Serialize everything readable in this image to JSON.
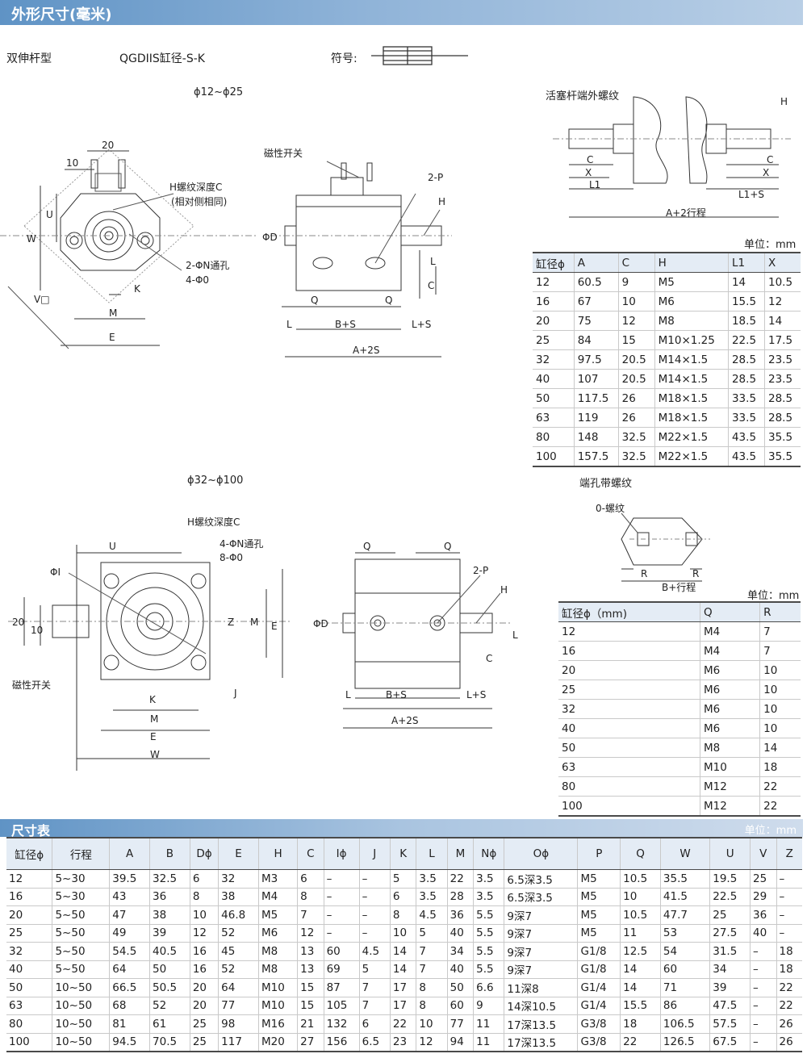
{
  "header": {
    "title": "外形尺寸(毫米)"
  },
  "model": {
    "type_label": "双伸杆型",
    "code": "QGDIIS缸径-S-K",
    "symbol_label": "符号:"
  },
  "drawing1": {
    "range": "ϕ12~ϕ25",
    "labels": [
      "20",
      "10",
      "H螺纹深度C",
      "(相对侧相同)",
      "U",
      "W",
      "V□",
      "K",
      "2-ΦN通孔",
      "4-Φ0",
      "M",
      "E"
    ],
    "side_labels": [
      "磁性开关",
      "2-P",
      "H",
      "ΦD",
      "L",
      "C",
      "Q",
      "Q",
      "L",
      "B+S",
      "L+S",
      "A+2S"
    ]
  },
  "rod_thread": {
    "title": "活塞杆端外螺纹",
    "labels": [
      "H",
      "C",
      "X",
      "L1",
      "C",
      "X",
      "L1+S",
      "A+2行程"
    ]
  },
  "table1": {
    "unit": "单位：mm",
    "headers": [
      "缸径ϕ",
      "A",
      "C",
      "H",
      "L1",
      "X"
    ],
    "rows": [
      [
        "12",
        "60.5",
        "9",
        "M5",
        "14",
        "10.5"
      ],
      [
        "16",
        "67",
        "10",
        "M6",
        "15.5",
        "12"
      ],
      [
        "20",
        "75",
        "12",
        "M8",
        "18.5",
        "14"
      ],
      [
        "25",
        "84",
        "15",
        "M10×1.25",
        "22.5",
        "17.5"
      ],
      [
        "32",
        "97.5",
        "20.5",
        "M14×1.5",
        "28.5",
        "23.5"
      ],
      [
        "40",
        "107",
        "20.5",
        "M14×1.5",
        "28.5",
        "23.5"
      ],
      [
        "50",
        "117.5",
        "26",
        "M18×1.5",
        "33.5",
        "28.5"
      ],
      [
        "63",
        "119",
        "26",
        "M18×1.5",
        "33.5",
        "28.5"
      ],
      [
        "80",
        "148",
        "32.5",
        "M22×1.5",
        "43.5",
        "35.5"
      ],
      [
        "100",
        "157.5",
        "32.5",
        "M22×1.5",
        "43.5",
        "35.5"
      ]
    ]
  },
  "drawing2": {
    "range": "ϕ32~ϕ100",
    "labels": [
      "H螺纹深度C",
      "U",
      "4-ΦN通孔",
      "8-Φ0",
      "ΦI",
      "20",
      "10",
      "Z",
      "M",
      "E",
      "磁性开关",
      "K",
      "J",
      "M",
      "E",
      "W"
    ],
    "side_labels": [
      "Q",
      "Q",
      "2-P",
      "H",
      "ΦD",
      "L",
      "C",
      "L",
      "B+S",
      "L+S",
      "A+2S"
    ]
  },
  "end_hole": {
    "title": "端孔带螺纹",
    "labels": [
      "0-螺纹",
      "R",
      "R",
      "B+行程"
    ]
  },
  "table2": {
    "unit": "单位：mm",
    "headers": [
      "缸径ϕ（mm)",
      "Q",
      "R"
    ],
    "rows": [
      [
        "12",
        "M4",
        "7"
      ],
      [
        "16",
        "M4",
        "7"
      ],
      [
        "20",
        "M6",
        "10"
      ],
      [
        "25",
        "M6",
        "10"
      ],
      [
        "32",
        "M6",
        "10"
      ],
      [
        "40",
        "M6",
        "10"
      ],
      [
        "50",
        "M8",
        "14"
      ],
      [
        "63",
        "M10",
        "18"
      ],
      [
        "80",
        "M12",
        "22"
      ],
      [
        "100",
        "M12",
        "22"
      ]
    ]
  },
  "dim_table": {
    "title": "尺寸表",
    "unit": "单位：mm",
    "headers": [
      "缸径ϕ",
      "行程",
      "A",
      "B",
      "Dϕ",
      "E",
      "H",
      "C",
      "Iϕ",
      "J",
      "K",
      "L",
      "M",
      "Nϕ",
      "Oϕ",
      "P",
      "Q",
      "W",
      "U",
      "V",
      "Z"
    ],
    "rows": [
      [
        "12",
        "5~30",
        "39.5",
        "32.5",
        "6",
        "32",
        "M3",
        "6",
        "–",
        "–",
        "5",
        "3.5",
        "22",
        "3.5",
        "6.5深3.5",
        "M5",
        "10.5",
        "35.5",
        "19.5",
        "25",
        "–"
      ],
      [
        "16",
        "5~30",
        "43",
        "36",
        "8",
        "38",
        "M4",
        "8",
        "–",
        "–",
        "6",
        "3.5",
        "28",
        "3.5",
        "6.5深3.5",
        "M5",
        "10",
        "41.5",
        "22.5",
        "29",
        "–"
      ],
      [
        "20",
        "5~50",
        "47",
        "38",
        "10",
        "46.8",
        "M5",
        "7",
        "–",
        "–",
        "8",
        "4.5",
        "36",
        "5.5",
        "9深7",
        "M5",
        "10.5",
        "47.7",
        "25",
        "36",
        "–"
      ],
      [
        "25",
        "5~50",
        "49",
        "39",
        "12",
        "52",
        "M6",
        "12",
        "–",
        "–",
        "10",
        "5",
        "40",
        "5.5",
        "9深7",
        "M5",
        "11",
        "53",
        "27.5",
        "40",
        "–"
      ],
      [
        "32",
        "5~50",
        "54.5",
        "40.5",
        "16",
        "45",
        "M8",
        "13",
        "60",
        "4.5",
        "14",
        "7",
        "34",
        "5.5",
        "9深7",
        "G1/8",
        "12.5",
        "54",
        "31.5",
        "–",
        "18"
      ],
      [
        "40",
        "5~50",
        "64",
        "50",
        "16",
        "52",
        "M8",
        "13",
        "69",
        "5",
        "14",
        "7",
        "40",
        "5.5",
        "9深7",
        "G1/8",
        "14",
        "60",
        "34",
        "–",
        "18"
      ],
      [
        "50",
        "10~50",
        "66.5",
        "50.5",
        "20",
        "64",
        "M10",
        "15",
        "87",
        "7",
        "17",
        "8",
        "50",
        "6.6",
        "11深8",
        "G1/4",
        "14",
        "71",
        "39",
        "–",
        "22"
      ],
      [
        "63",
        "10~50",
        "68",
        "52",
        "20",
        "77",
        "M10",
        "15",
        "105",
        "7",
        "17",
        "8",
        "60",
        "9",
        "14深10.5",
        "G1/4",
        "15.5",
        "86",
        "47.5",
        "–",
        "22"
      ],
      [
        "80",
        "10~50",
        "81",
        "61",
        "25",
        "98",
        "M16",
        "21",
        "132",
        "6",
        "22",
        "10",
        "77",
        "11",
        "17深13.5",
        "G3/8",
        "18",
        "106.5",
        "57.5",
        "–",
        "26"
      ],
      [
        "100",
        "10~50",
        "94.5",
        "70.5",
        "25",
        "117",
        "M20",
        "27",
        "156",
        "6.5",
        "23",
        "12",
        "94",
        "11",
        "17深13.5",
        "G3/8",
        "22",
        "126.5",
        "67.5",
        "–",
        "26"
      ]
    ]
  }
}
